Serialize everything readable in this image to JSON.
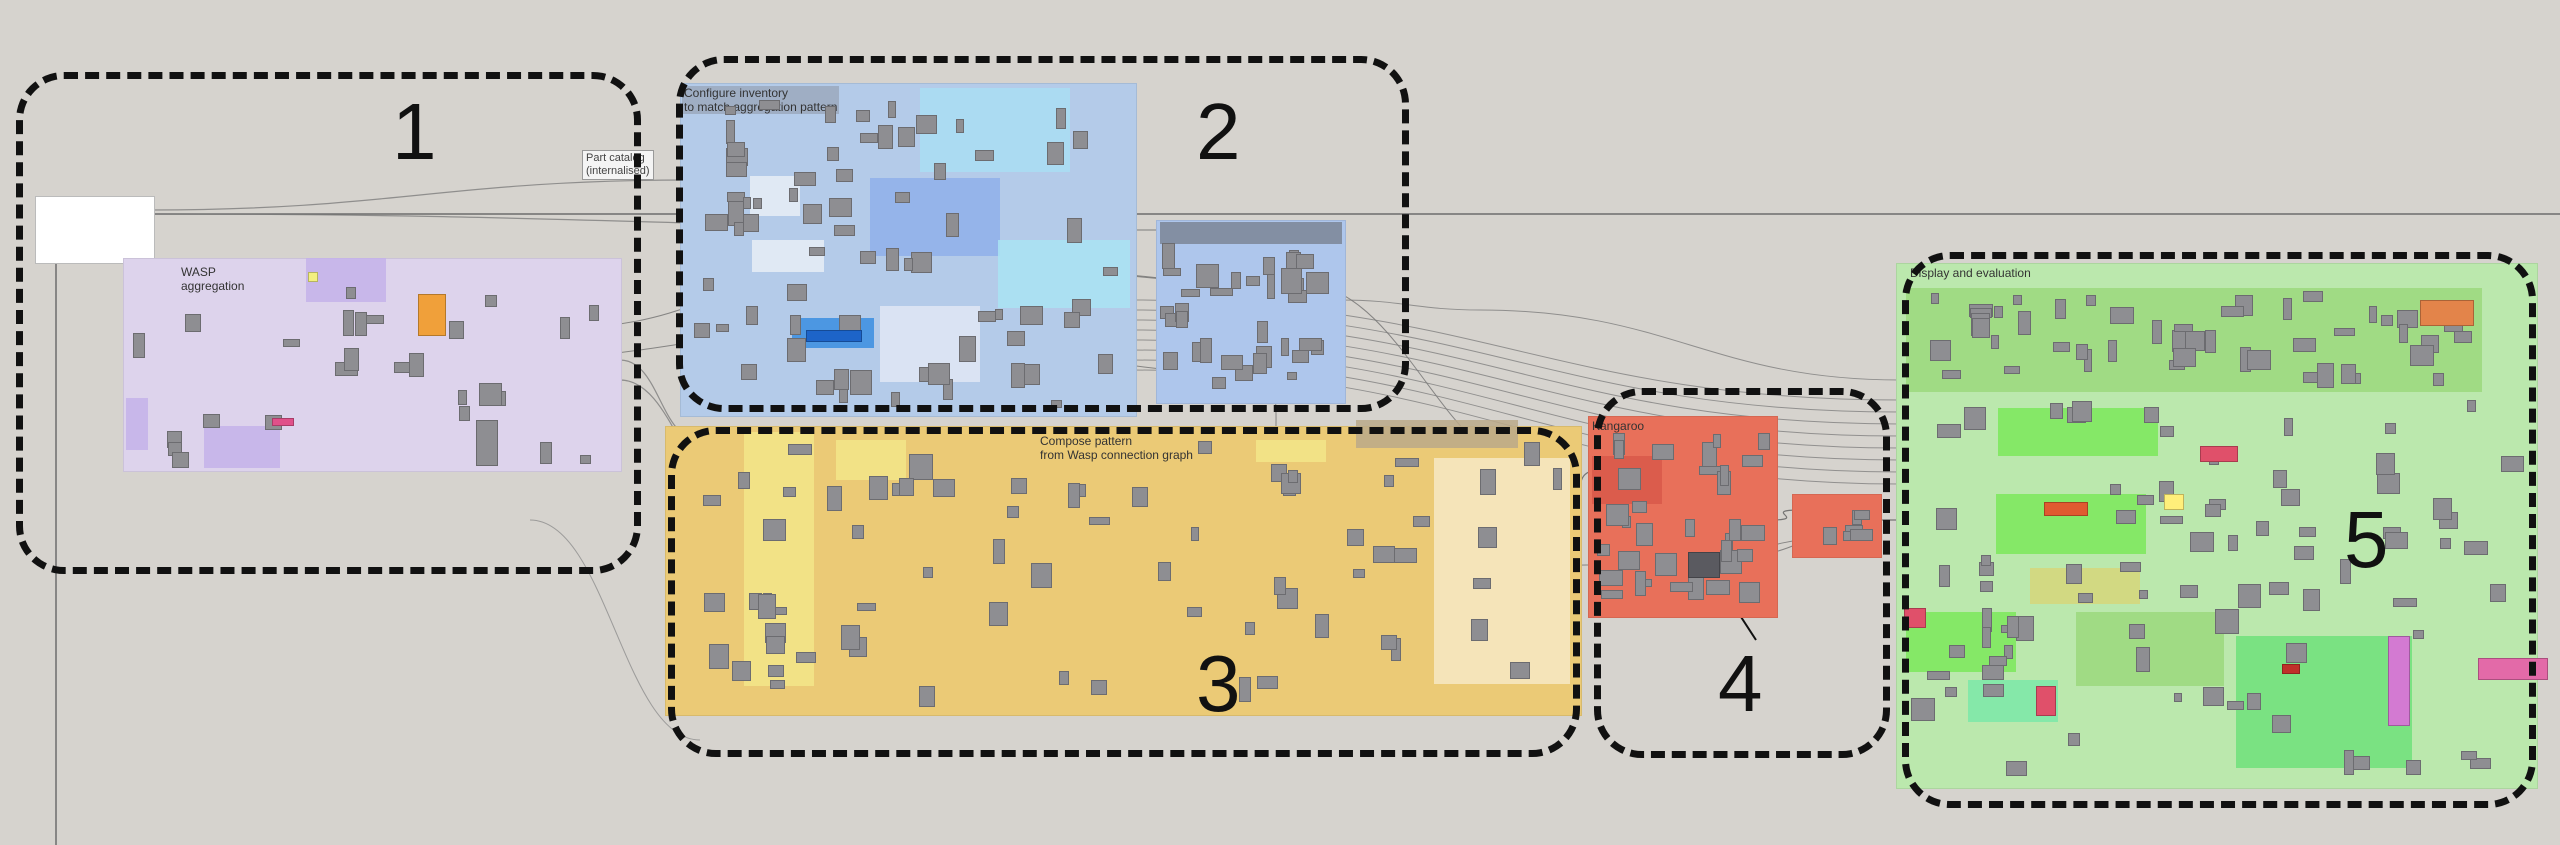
{
  "groups": {
    "wasp_aggregation": "WASP\naggregation",
    "configure_inventory": "Configure inventory\nto match aggregation pattern",
    "compose_pattern": "Compose pattern\nfrom Wasp connection graph",
    "kangaroo": "Kangaroo",
    "display_evaluation": "Display and evaluation"
  },
  "part_catalog": "Part catalog\n(internalised)",
  "regions": [
    "1",
    "2",
    "3",
    "4",
    "5"
  ],
  "colors": {
    "canvas": "#d6d3ce",
    "wasp": "#ddd3ec",
    "configure": "#b4cbe9",
    "compose": "#ebca76",
    "kangaroo": "#e8705a",
    "display": "#bbe8ad",
    "component": "#8e8e92"
  }
}
